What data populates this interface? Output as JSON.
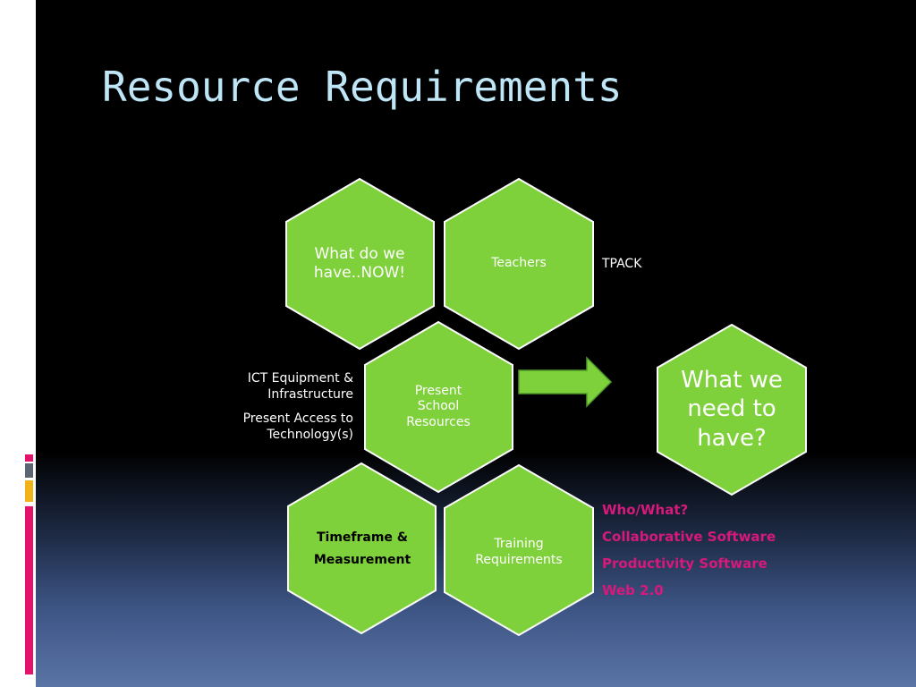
{
  "slide": {
    "title": "Resource Requirements"
  },
  "hexagons": {
    "have_now": "What do we have..NOW!",
    "teachers": "Teachers",
    "present": "Present School Resources",
    "need": "What we need to have?",
    "timeframe": "Timeframe & Measurement",
    "training": "Training Requirements"
  },
  "labels": {
    "tpack": "TPACK",
    "ict": "ICT Equipment & Infrastructure",
    "access": "Present Access to Technology(s)"
  },
  "training_list": [
    "Who/What?",
    "Collaborative Software",
    "Productivity Software",
    "Web 2.0"
  ],
  "colors": {
    "hex_fill": "#7fd13b",
    "title": "#bfe6f7",
    "accent_pink": "#d6197a"
  }
}
